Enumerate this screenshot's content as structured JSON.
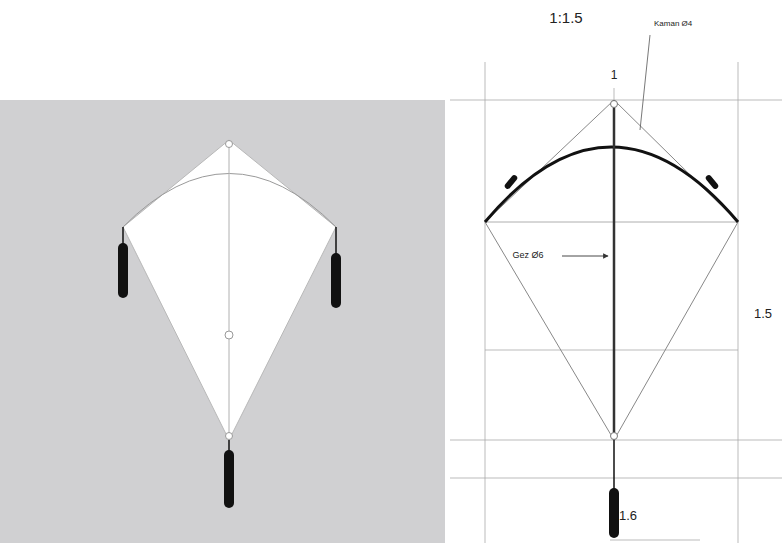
{
  "diagram": {
    "labels": [
      "1:1.5",
      "1",
      "Kaman Ø4",
      "Gez Ø6",
      "1.5",
      "1.6"
    ]
  }
}
